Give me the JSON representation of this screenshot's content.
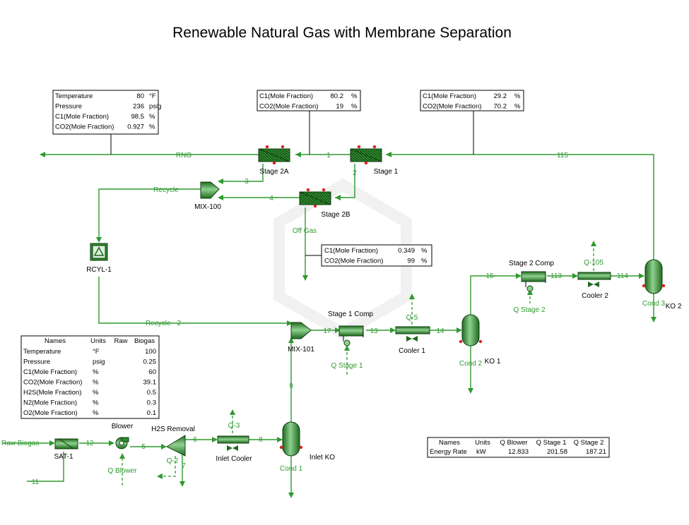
{
  "title": "Renewable Natural Gas with Membrane Separation",
  "streams": {
    "rng": "RNG",
    "s1": "1",
    "s115": "115",
    "s2": "2",
    "s3": "3",
    "s4": "4",
    "recycle": "Recycle",
    "off_gas": "Off Gas",
    "recycle2": "Recycle - 2",
    "s17": "17",
    "s13": "13",
    "s14": "14",
    "s15": "15",
    "s113": "113",
    "s114": "114",
    "s9": "9",
    "s12": "12",
    "s5": "5",
    "s6": "6",
    "s8": "8",
    "s7": "7",
    "s11": "11",
    "raw_biogas": "Raw Biogas"
  },
  "units": {
    "stage2a": "Stage 2A",
    "stage1": "Stage 1",
    "stage2b": "Stage 2B",
    "mix100": "MIX-100",
    "rcyl1": "RCYL-1",
    "mix101": "MIX-101",
    "stage1comp": "Stage 1 Comp",
    "cooler1": "Cooler 1",
    "ko1": "KO 1",
    "cond2": "Cond 2",
    "stage2comp": "Stage 2 Comp",
    "cooler2": "Cooler 2",
    "ko2": "KO 2",
    "cond3": "Cond 3",
    "blower": "Blower",
    "h2s_removal": "H2S Removal",
    "inlet_cooler": "Inlet Cooler",
    "inlet_ko": "Inlet KO",
    "cond1": "Cond 1",
    "sat1": "SAT-1"
  },
  "energy_streams": {
    "q_stage1": "Q Stage 1",
    "q5": "Q-5",
    "q_stage2": "Q Stage 2",
    "q105": "Q-105",
    "q3": "Q-3",
    "q2": "Q-2",
    "q_blower": "Q Blower"
  },
  "table_rng": {
    "rows": [
      {
        "name": "Temperature",
        "value": "80",
        "unit": "°F"
      },
      {
        "name": "Pressure",
        "value": "236",
        "unit": "psig"
      },
      {
        "name": "C1(Mole Fraction)",
        "value": "98.5",
        "unit": "%"
      },
      {
        "name": "CO2(Mole Fraction)",
        "value": "0.927",
        "unit": "%"
      }
    ]
  },
  "table_s1": {
    "rows": [
      {
        "name": "C1(Mole Fraction)",
        "value": "80.2",
        "unit": "%"
      },
      {
        "name": "CO2(Mole Fraction)",
        "value": "19",
        "unit": "%"
      }
    ]
  },
  "table_s115": {
    "rows": [
      {
        "name": "C1(Mole Fraction)",
        "value": "29.2",
        "unit": "%"
      },
      {
        "name": "CO2(Mole Fraction)",
        "value": "70.2",
        "unit": "%"
      }
    ]
  },
  "table_offgas": {
    "rows": [
      {
        "name": "C1(Mole Fraction)",
        "value": "0.349",
        "unit": "%"
      },
      {
        "name": "CO2(Mole Fraction)",
        "value": "99",
        "unit": "%"
      }
    ]
  },
  "table_raw": {
    "headers": [
      "Names",
      "Units",
      "Raw",
      "Biogas"
    ],
    "rows": [
      {
        "name": "Temperature",
        "unit": "°F",
        "value": "100"
      },
      {
        "name": "Pressure",
        "unit": "psig",
        "value": "0.25"
      },
      {
        "name": "C1(Mole Fraction)",
        "unit": "%",
        "value": "60"
      },
      {
        "name": "CO2(Mole Fraction)",
        "unit": "%",
        "value": "39.1"
      },
      {
        "name": "H2S(Mole Fraction)",
        "unit": "%",
        "value": "0.5"
      },
      {
        "name": "N2(Mole Fraction)",
        "unit": "%",
        "value": "0.3"
      },
      {
        "name": "O2(Mole Fraction)",
        "unit": "%",
        "value": "0.1"
      }
    ]
  },
  "table_energy": {
    "headers": [
      "Names",
      "Units",
      "Q Blower",
      "Q Stage 1",
      "Q Stage 2"
    ],
    "row": {
      "name": "Energy Rate",
      "unit": "kW",
      "q_blower": "12.833",
      "q_stage1": "201.58",
      "q_stage2": "187.21"
    }
  },
  "colors": {
    "stream": "#2e9a2e",
    "equipment_dark": "#1f6b1f",
    "equipment_light": "#7fc47f",
    "dot": "#e02020"
  }
}
